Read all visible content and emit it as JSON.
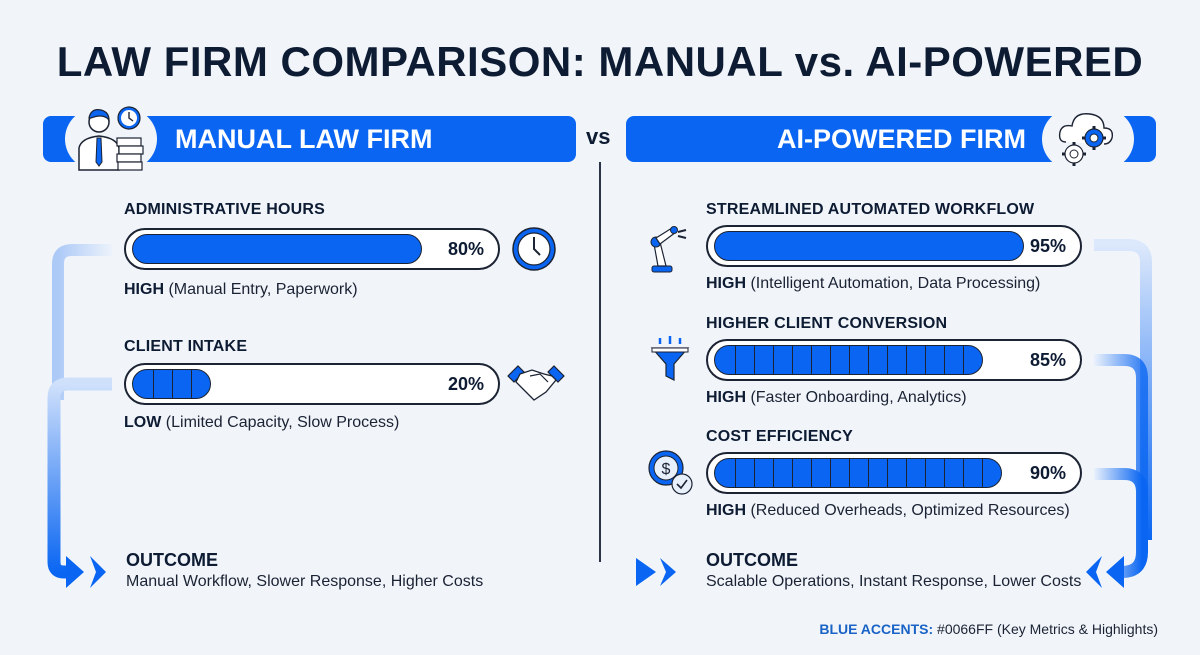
{
  "title": "LAW FIRM COMPARISON: MANUAL vs. AI-POWERED",
  "vs_label": "vs",
  "left": {
    "header": "MANUAL LAW FIRM",
    "header_icon": "businessman-clock-papers-icon",
    "metrics": [
      {
        "label": "ADMINISTRATIVE HOURS",
        "value": "80%",
        "percent": 80,
        "style": "solid",
        "level": "HIGH",
        "detail": "(Manual Entry, Paperwork)",
        "icon": "clock-icon"
      },
      {
        "label": "CLIENT INTAKE",
        "value": "20%",
        "percent": 20,
        "style": "segmented",
        "level": "LOW",
        "detail": "(Limited Capacity, Slow Process)",
        "icon": "handshake-icon"
      }
    ],
    "outcome": {
      "title": "OUTCOME",
      "text": "Manual Workflow, Slower Response, Higher Costs"
    }
  },
  "right": {
    "header": "AI-POWERED FIRM",
    "header_icon": "cloud-gears-icon",
    "metrics": [
      {
        "label": "STREAMLINED AUTOMATED WORKFLOW",
        "value": "95%",
        "percent": 95,
        "style": "solid",
        "level": "HIGH",
        "detail": "(Intelligent Automation, Data Processing)",
        "icon": "robot-arm-icon"
      },
      {
        "label": "HIGHER CLIENT CONVERSION",
        "value": "85%",
        "percent": 85,
        "style": "segmented",
        "level": "HIGH",
        "detail": "(Faster Onboarding, Analytics)",
        "icon": "funnel-icon"
      },
      {
        "label": "COST EFFICIENCY",
        "value": "90%",
        "percent": 90,
        "style": "segmented",
        "level": "HIGH",
        "detail": "(Reduced Overheads, Optimized Resources)",
        "icon": "dollar-check-icon"
      }
    ],
    "outcome": {
      "title": "OUTCOME",
      "text": "Scalable Operations, Instant Response, Lower Costs"
    }
  },
  "footer": {
    "accent_label": "BLUE ACCENTS:",
    "text": " #0066FF (Key Metrics & Highlights)"
  },
  "colors": {
    "accent": "#0066FF",
    "banner": "#0A66F2",
    "dark_text": "#0D1B33",
    "background": "#F1F5FA"
  }
}
